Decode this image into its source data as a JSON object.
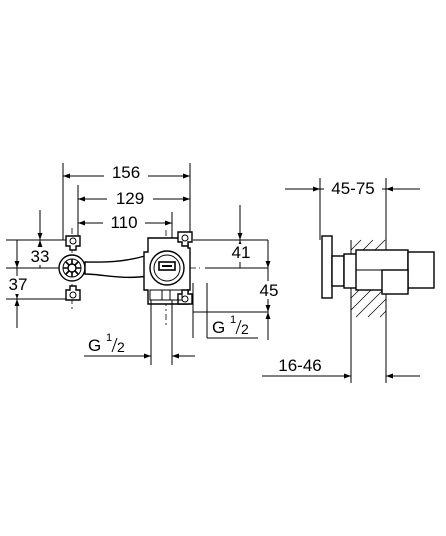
{
  "front_view": {
    "dims": {
      "width_156": "156",
      "width_129": "129",
      "width_110": "110",
      "height_33": "33",
      "height_37": "37",
      "height_41": "41",
      "height_45": "45"
    },
    "thread_left": {
      "base": "G",
      "num": "1",
      "den": "2"
    },
    "thread_right": {
      "base": "G",
      "num": "1",
      "den": "2"
    }
  },
  "side_view": {
    "dims": {
      "depth_range": "45-75",
      "wall_range": "16-46"
    }
  }
}
